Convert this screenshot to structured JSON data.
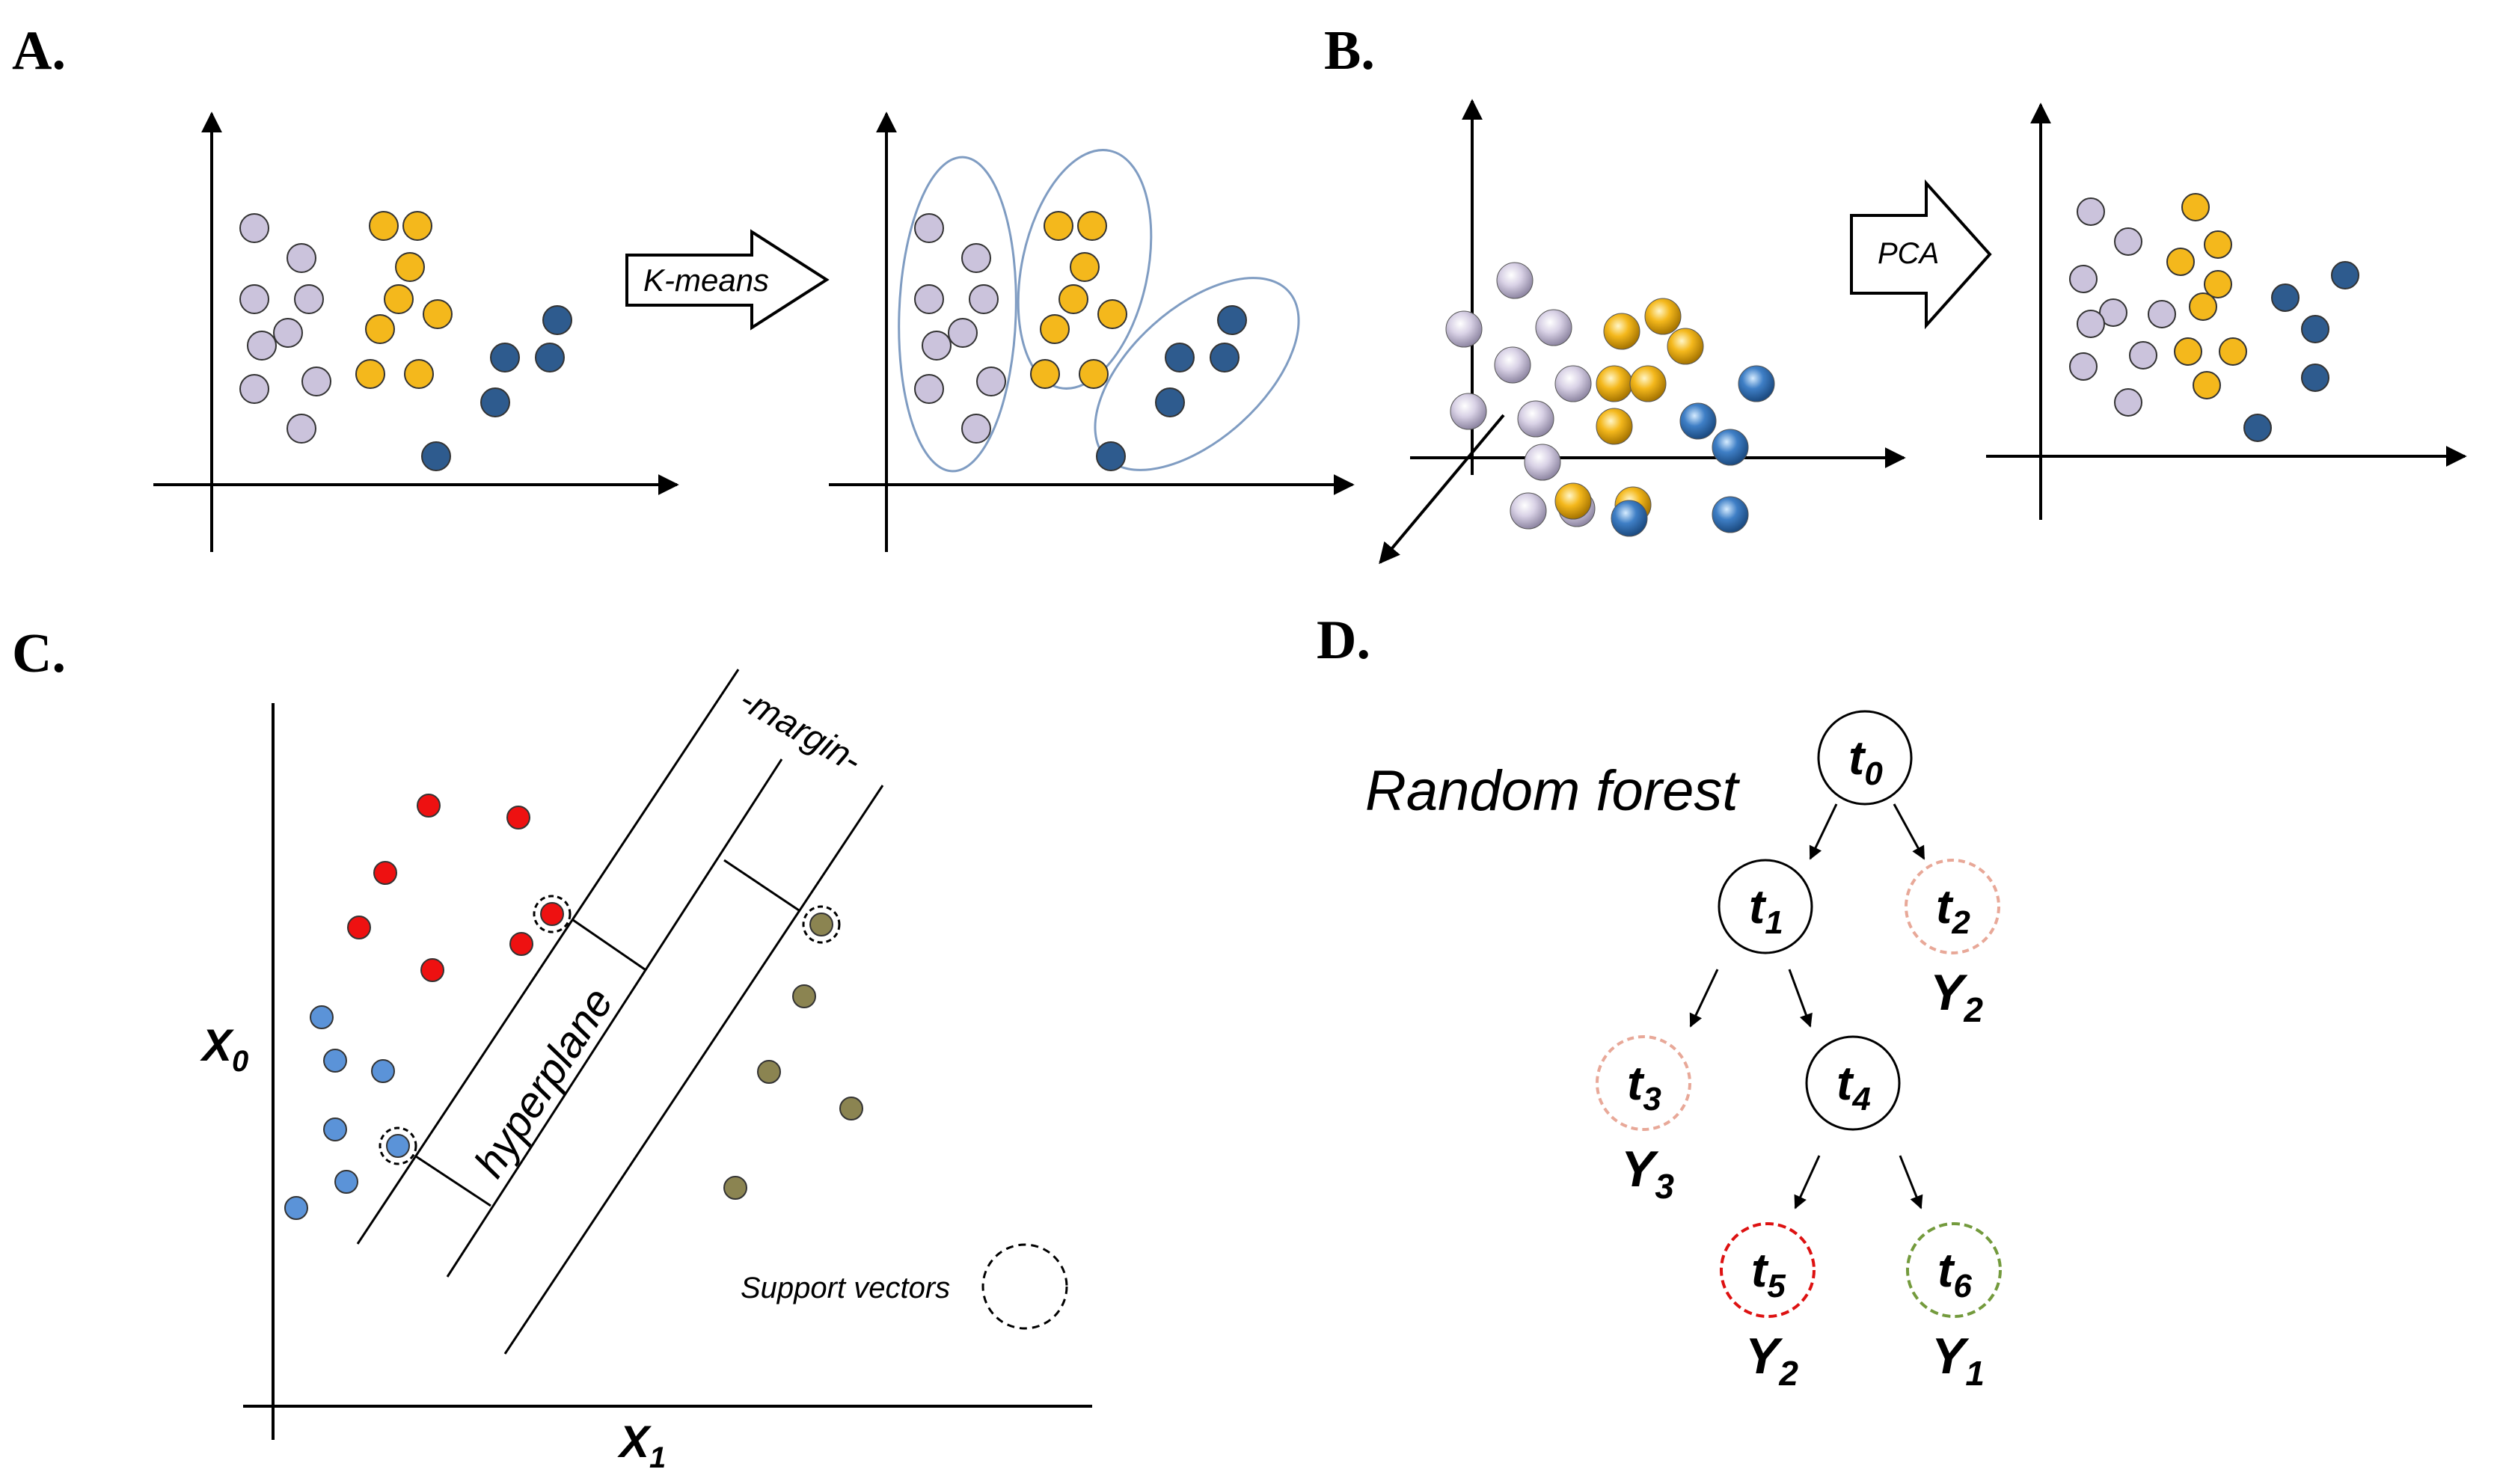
{
  "panels": [
    {
      "label": "A."
    },
    {
      "label": "B."
    },
    {
      "label": "C."
    },
    {
      "label": "D."
    }
  ],
  "panel_a": {
    "arrow_label": "K-means"
  },
  "panel_b": {
    "arrow_label": "PCA"
  },
  "panel_c": {
    "label_margin": "margin",
    "label_hyperplane": "hyperplane",
    "label_support_vectors": "Support vectors",
    "y_axis_label": "X",
    "y_axis_sub": "0",
    "x_axis_label": "X",
    "x_axis_sub": "1"
  },
  "panel_d": {
    "title": "Random forest",
    "nodes": [
      {
        "var": "t",
        "sub": "0",
        "outcome": "",
        "outcome_sub": ""
      },
      {
        "var": "t",
        "sub": "1",
        "outcome": "",
        "outcome_sub": ""
      },
      {
        "var": "t",
        "sub": "2",
        "outcome": "Y",
        "outcome_sub": "2"
      },
      {
        "var": "t",
        "sub": "3",
        "outcome": "Y",
        "outcome_sub": "3"
      },
      {
        "var": "t",
        "sub": "4",
        "outcome": "",
        "outcome_sub": ""
      },
      {
        "var": "t",
        "sub": "5",
        "outcome": "Y",
        "outcome_sub": "2"
      },
      {
        "var": "t",
        "sub": "6",
        "outcome": "Y",
        "outcome_sub": "1"
      }
    ]
  },
  "colors": {
    "lavender": "#cbc3dc",
    "gold": "#f4b81c",
    "navy": "#2e5b8e",
    "sphere_blue": "#3f7fc6",
    "red": "#ee1111",
    "light_blue": "#5b93d8",
    "olive": "#8b8451",
    "ellipse": "#7f9cc2",
    "dash_pink": "#e8a898",
    "dash_red": "#dd1111",
    "dash_green": "#739a3c"
  }
}
